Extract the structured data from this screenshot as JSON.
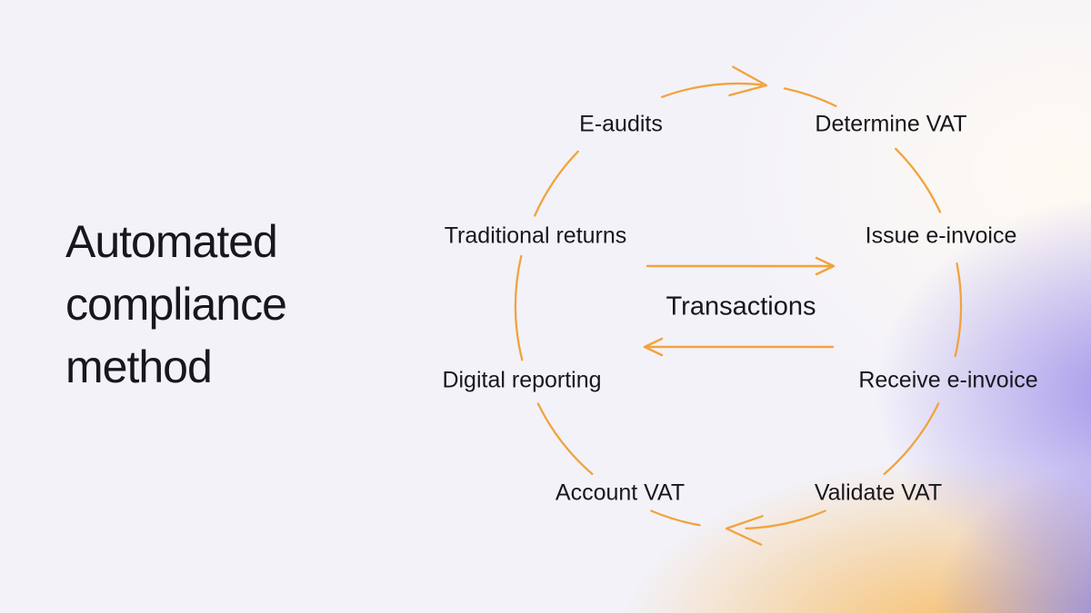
{
  "title": "Automated compliance method",
  "colors": {
    "accent": "#F1A33C",
    "text": "#17171C",
    "background": "#F3F2F9"
  },
  "diagram": {
    "center_label": "Transactions",
    "nodes": [
      {
        "id": "determine-vat",
        "label": "Determine VAT"
      },
      {
        "id": "issue-e-invoice",
        "label": "Issue e-invoice"
      },
      {
        "id": "receive-e-invoice",
        "label": "Receive e-invoice"
      },
      {
        "id": "validate-vat",
        "label": "Validate VAT"
      },
      {
        "id": "account-vat",
        "label": "Account VAT"
      },
      {
        "id": "digital-reporting",
        "label": "Digital reporting"
      },
      {
        "id": "traditional-returns",
        "label": "Traditional returns"
      },
      {
        "id": "e-audits",
        "label": "E-audits"
      }
    ]
  }
}
